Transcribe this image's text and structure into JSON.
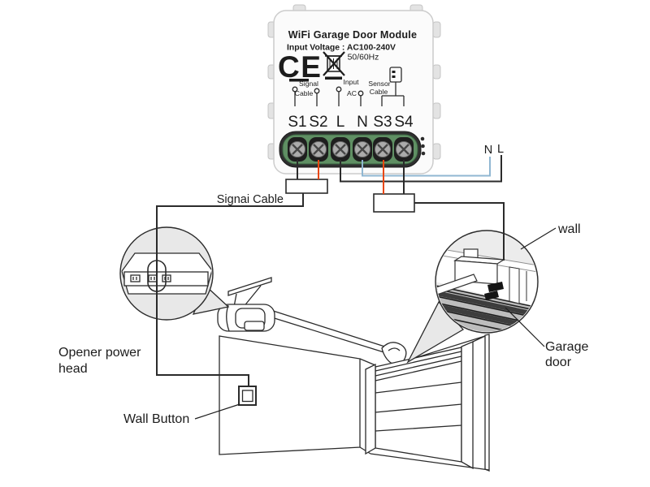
{
  "device": {
    "title": "WiFi Garage Door Module",
    "voltage": "Input Voltage : AC100-240V",
    "frequency": "50/60Hz",
    "ce_mark": "CE",
    "pin_groups": {
      "signal": {
        "line1": "Signal",
        "line2": "Cable"
      },
      "input": {
        "line1": "Input",
        "line2": "AC"
      },
      "sensor": {
        "line1": "Sensor",
        "line2": "Cable"
      }
    },
    "terminals": [
      "S1",
      "S2",
      "L",
      "N",
      "S3",
      "S4"
    ]
  },
  "wiring": {
    "signal_cable_label": "Signai Cable",
    "neutral_label": "N",
    "live_label": "L"
  },
  "callouts": {
    "wall": "wall",
    "garage_door_line1": "Garage",
    "garage_door_line2": "door",
    "opener_line1": "Opener power",
    "opener_line2": "head",
    "wall_button": "Wall Button"
  },
  "colors": {
    "wire_black": "#2b2b2b",
    "wire_red": "#e8470f",
    "wire_blue": "#90b7d2",
    "terminal_green": "#5f8f63",
    "terminal_frame": "#2f2f2f",
    "callout_fill": "#e8e8e8",
    "door_dark": "#3d3d3d",
    "outline": "#2b2b2b"
  }
}
